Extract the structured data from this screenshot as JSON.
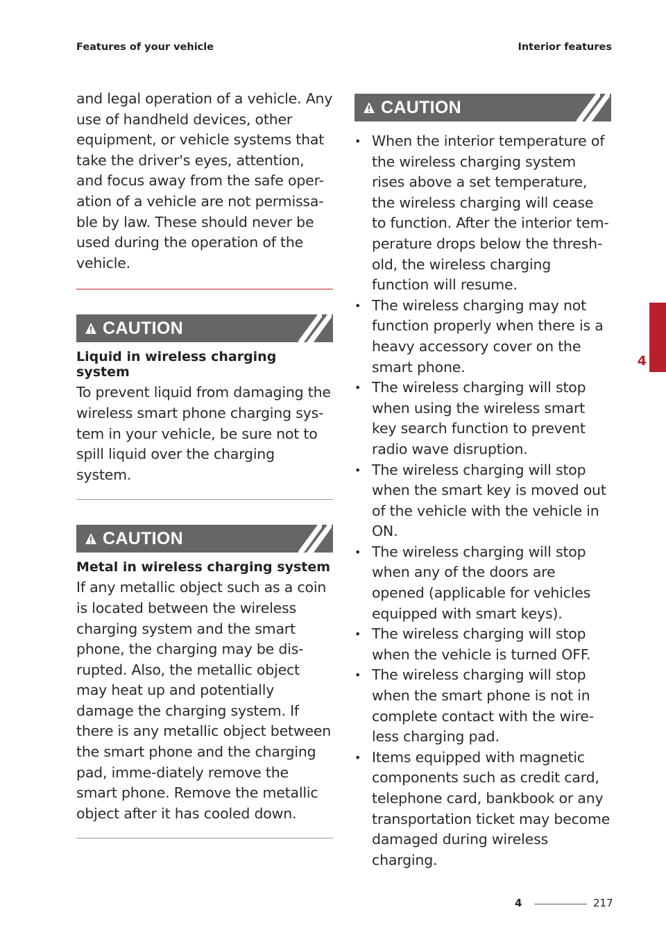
{
  "header": {
    "left": "Features of your vehicle",
    "right": "Interior features"
  },
  "left": {
    "intro": "and legal operation of a vehicle. Any use of handheld devices, other equipment, or vehicle systems that take the driver's eyes, attention, and focus away from the safe oper-ation of a vehicle are not permissa-ble by law. These should never be used during the operation of the vehicle.",
    "caution1": {
      "label": "CAUTION",
      "subhead": "Liquid in wireless charging system",
      "body": "To prevent liquid from damaging the wireless smart phone charging sys-tem in your vehicle, be sure not to spill liquid over the charging system."
    },
    "caution2": {
      "label": "CAUTION",
      "subhead": "Metal in wireless charging system",
      "body": "If any metallic object such as a coin is located between the wireless charging system and the smart phone, the charging may be dis-rupted. Also, the metallic object may heat up and potentially damage the charging system. If there is any metallic object between the smart phone and the charging pad, imme-diately remove the smart phone. Remove the metallic object after it has cooled down."
    }
  },
  "right": {
    "caution": {
      "label": "CAUTION",
      "bullets": [
        "When the interior temperature of the wireless charging system rises above a set temperature, the wireless charging will cease to function. After the interior tem-perature drops below the thresh-old, the wireless charging function will resume.",
        "The wireless charging may not function properly when there is a heavy accessory cover on the smart phone.",
        "The wireless charging will stop when using the wireless smart key search function to prevent radio wave disruption.",
        "The wireless charging will stop when the smart key is moved out of the vehicle with the vehicle in ON.",
        "The wireless charging will stop when any of the doors are opened (applicable for vehicles equipped with smart keys).",
        "The wireless charging will stop when the vehicle is turned OFF.",
        "The wireless charging will stop when the smart phone is not in complete contact with the wire-less charging pad.",
        "Items equipped with magnetic components such as credit card, telephone card, bankbook or any transportation ticket may become damaged during wireless charging."
      ]
    }
  },
  "side_tab": {
    "chapter": "4"
  },
  "footer": {
    "chapter": "4",
    "page": "217"
  },
  "colors": {
    "accent": "#b8202e",
    "caution_bar": "#666666"
  }
}
